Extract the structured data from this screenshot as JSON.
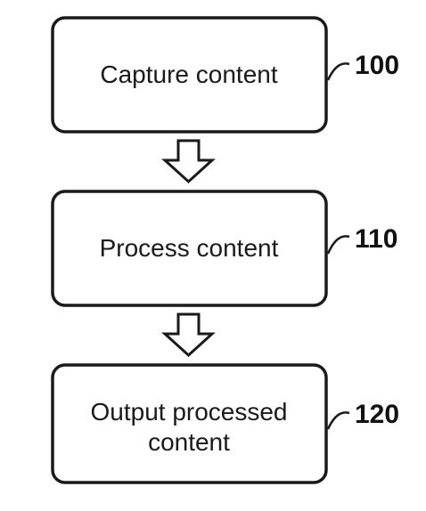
{
  "steps": [
    {
      "lines": [
        "Capture content"
      ],
      "ref": "100"
    },
    {
      "lines": [
        "Process content"
      ],
      "ref": "110"
    },
    {
      "lines": [
        "Output processed",
        "content"
      ],
      "ref": "120"
    }
  ]
}
